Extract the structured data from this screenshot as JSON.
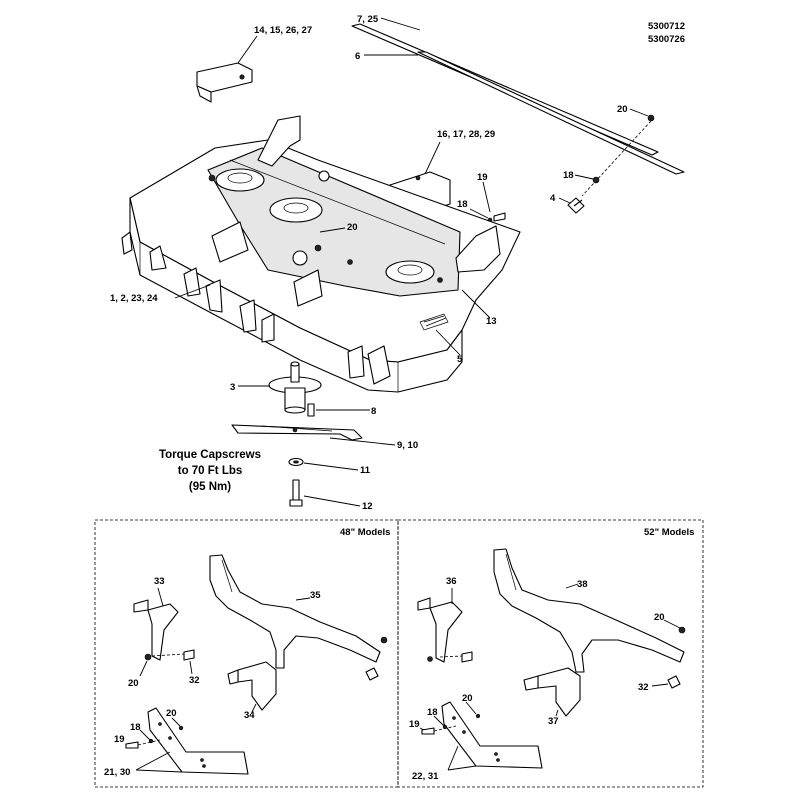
{
  "header": {
    "part_numbers": [
      "5300712",
      "5300726"
    ]
  },
  "torque_note": [
    "Torque Capscrews",
    "to 70 Ft Lbs",
    "(95 Nm)"
  ],
  "callouts": {
    "c_14_15_26_27": "14, 15, 26, 27",
    "c_7_25": "7, 25",
    "c_6": "6",
    "c_20_top": "20",
    "c_16_17_28_29": "16, 17, 28, 29",
    "c_18_top": "18",
    "c_19_top": "19",
    "c_4": "4",
    "c_18_mid": "18",
    "c_20_mid": "20",
    "c_1_2_23_24": "1, 2, 23, 24",
    "c_13": "13",
    "c_5": "5",
    "c_3": "3",
    "c_8": "8",
    "c_9_10": "9, 10",
    "c_11": "11",
    "c_12": "12"
  },
  "panels": {
    "left": {
      "title": "48\" Models",
      "callouts": {
        "c_33": "33",
        "c_35": "35",
        "c_20_a": "20",
        "c_32": "32",
        "c_34": "34",
        "c_20_b": "20",
        "c_18": "18",
        "c_19": "19",
        "c_21_30": "21, 30"
      }
    },
    "right": {
      "title": "52\" Models",
      "callouts": {
        "c_36": "36",
        "c_38": "38",
        "c_20_a": "20",
        "c_32": "32",
        "c_37": "37",
        "c_20_b": "20",
        "c_18": "18",
        "c_19": "19",
        "c_22_31": "22, 31"
      }
    }
  }
}
